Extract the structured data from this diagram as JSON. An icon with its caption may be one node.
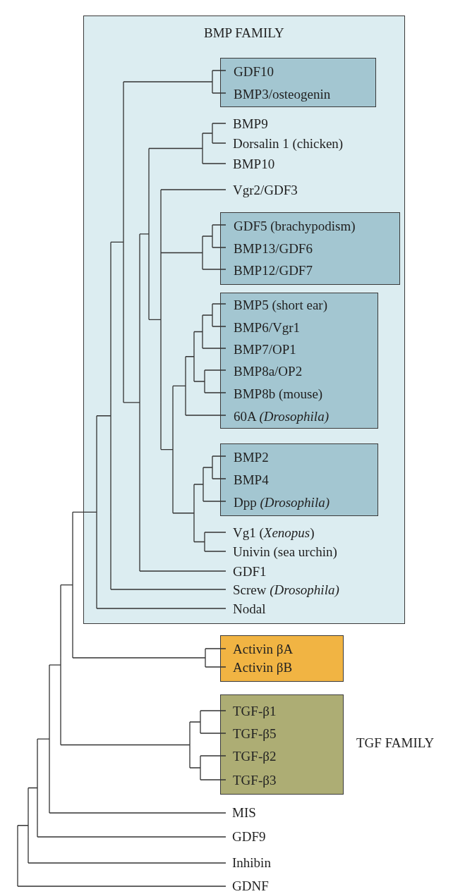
{
  "diagram": {
    "nodes": [
      {
        "text": [
          "BMP FAMILY"
        ]
      },
      {
        "text": [],
        "shape": "box",
        "in": 0
      },
      {
        "text": [
          "GDF10"
        ],
        "in": 1
      },
      {
        "text": [
          "BMP3/osteogenin"
        ],
        "in": 1
      },
      {
        "text": [
          "BMP9"
        ],
        "in": 0
      },
      {
        "text": [
          "Dorsalin 1 (chicken)"
        ],
        "in": 0
      },
      {
        "text": [
          "BMP10"
        ],
        "in": 0
      },
      {
        "text": [
          "Vgr2/GDF3"
        ],
        "in": 0
      },
      {
        "text": [],
        "shape": "box",
        "in": 0
      },
      {
        "text": [
          "GDF5 (brachypodism)"
        ],
        "in": 8
      },
      {
        "text": [
          "BMP13/GDF6"
        ],
        "in": 8
      },
      {
        "text": [
          "BMP12/GDF7"
        ],
        "in": 8
      },
      {
        "text": [],
        "shape": "box",
        "in": 0
      },
      {
        "text": [
          "BMP5 (short ear)"
        ],
        "in": 12
      },
      {
        "text": [
          "BMP6/Vgr1"
        ],
        "in": 12
      },
      {
        "text": [
          "BMP7/OP1"
        ],
        "in": 12
      },
      {
        "text": [
          "BMP8a/OP2"
        ],
        "in": 12
      },
      {
        "text": [
          "BMP8b (mouse)"
        ],
        "in": 12
      },
      {
        "text": [
          "60A *(Drosophila)*"
        ],
        "in": 12
      },
      {
        "text": [],
        "shape": "box",
        "in": 0
      },
      {
        "text": [
          "BMP2"
        ],
        "in": 19
      },
      {
        "text": [
          "BMP4"
        ],
        "in": 19
      },
      {
        "text": [
          "Dpp *(Drosophila)*"
        ],
        "in": 19
      },
      {
        "text": [
          "Vg1 (*Xenopus*)"
        ],
        "in": 0
      },
      {
        "text": [
          "Univin (sea urchin)"
        ],
        "in": 0
      },
      {
        "text": [
          "GDF1"
        ],
        "in": 0
      },
      {
        "text": [
          "Screw *(Drosophila)*"
        ],
        "in": 0
      },
      {
        "text": [
          "Nodal"
        ],
        "in": 0
      },
      {
        "text": [],
        "shape": "box"
      },
      {
        "text": [
          "Activin βA"
        ],
        "in": 28
      },
      {
        "text": [
          "Activin βB"
        ],
        "in": 28
      },
      {
        "text": [],
        "shape": "box",
        "beside": [
          "TGF FAMILY"
        ]
      },
      {
        "text": [
          "TGF-β1"
        ],
        "in": 31
      },
      {
        "text": [
          "TGF-β5"
        ],
        "in": 31
      },
      {
        "text": [
          "TGF-β2"
        ],
        "in": 31
      },
      {
        "text": [
          "TGF-β3"
        ],
        "in": 31
      },
      {
        "text": [
          "MIS"
        ]
      },
      {
        "text": [
          "GDF9"
        ]
      },
      {
        "text": [
          "Inhibin"
        ]
      },
      {
        "text": [
          "GDNF"
        ]
      }
    ]
  }
}
